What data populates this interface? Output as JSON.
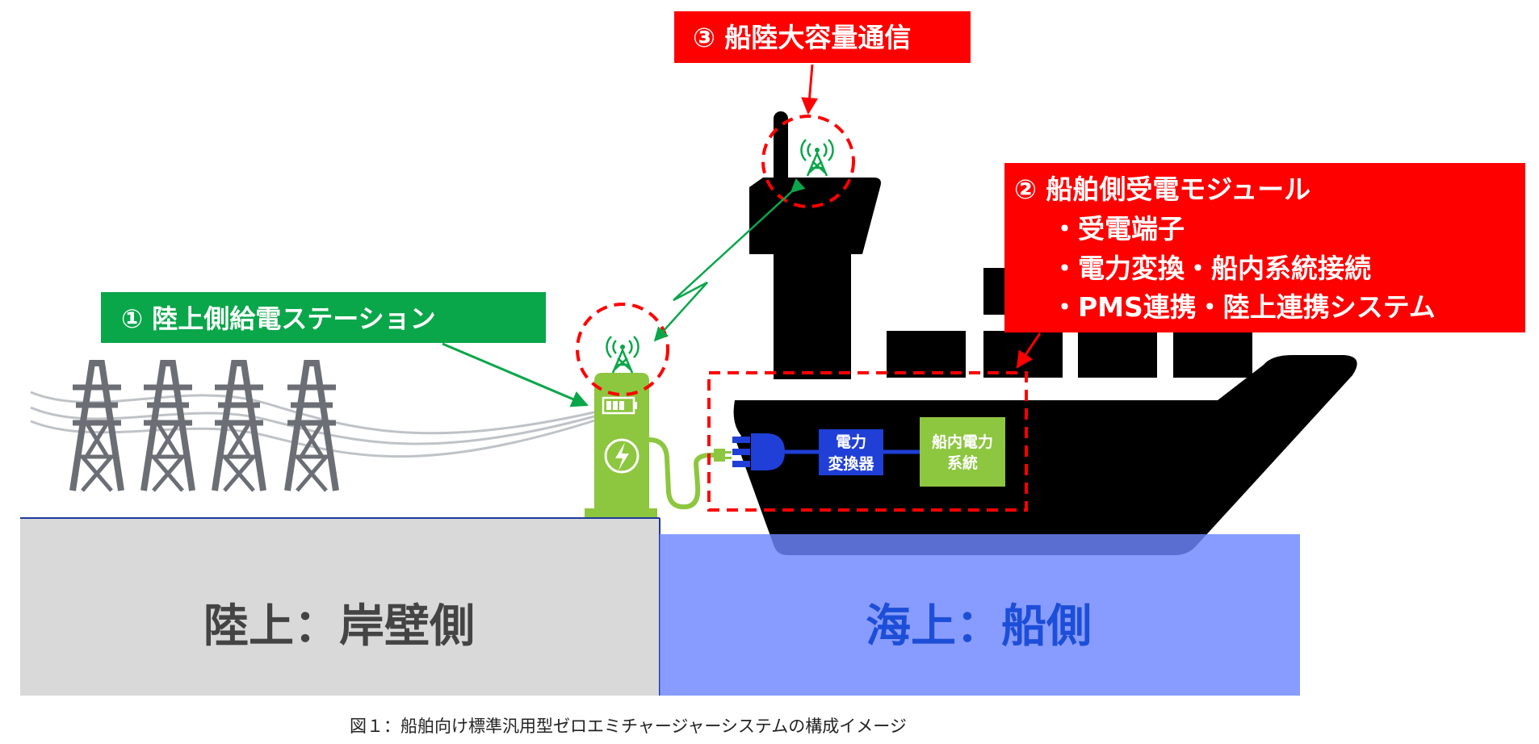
{
  "labels": {
    "station": "① 陸上側給電ステーション",
    "comm": "③ 船陸大容量通信",
    "module_title": "② 船舶側受電モジュール",
    "module_items": [
      "・受電端子",
      "・電力変換・船内系統接続",
      "・PMS連携・陸上連携システム"
    ],
    "converter_line1": "電力",
    "converter_line2": "変換器",
    "ship_power_line1": "船内電力",
    "ship_power_line2": "系統",
    "land_zone": "陸上：岸壁側",
    "sea_zone": "海上：船側"
  },
  "caption": "図１：船舶向け標準汎用型ゼロエミチャージャーシステムの構成イメージ",
  "colors": {
    "station_label_bg": "#0aa64a",
    "red_label_bg": "#ff0000",
    "land_bg": "#d9d9d9",
    "sea_bg": "#8499ff",
    "charger_green": "#8dc63f",
    "converter_blue": "#1f3fd6",
    "ship_black": "#000000",
    "land_text": "#444444",
    "sea_text": "#1d4ed8"
  },
  "icons": [
    "transmission-tower-icon",
    "antenna-tower-icon",
    "battery-icon",
    "lightning-bolt-icon",
    "power-plug-icon",
    "cargo-ship-icon"
  ]
}
